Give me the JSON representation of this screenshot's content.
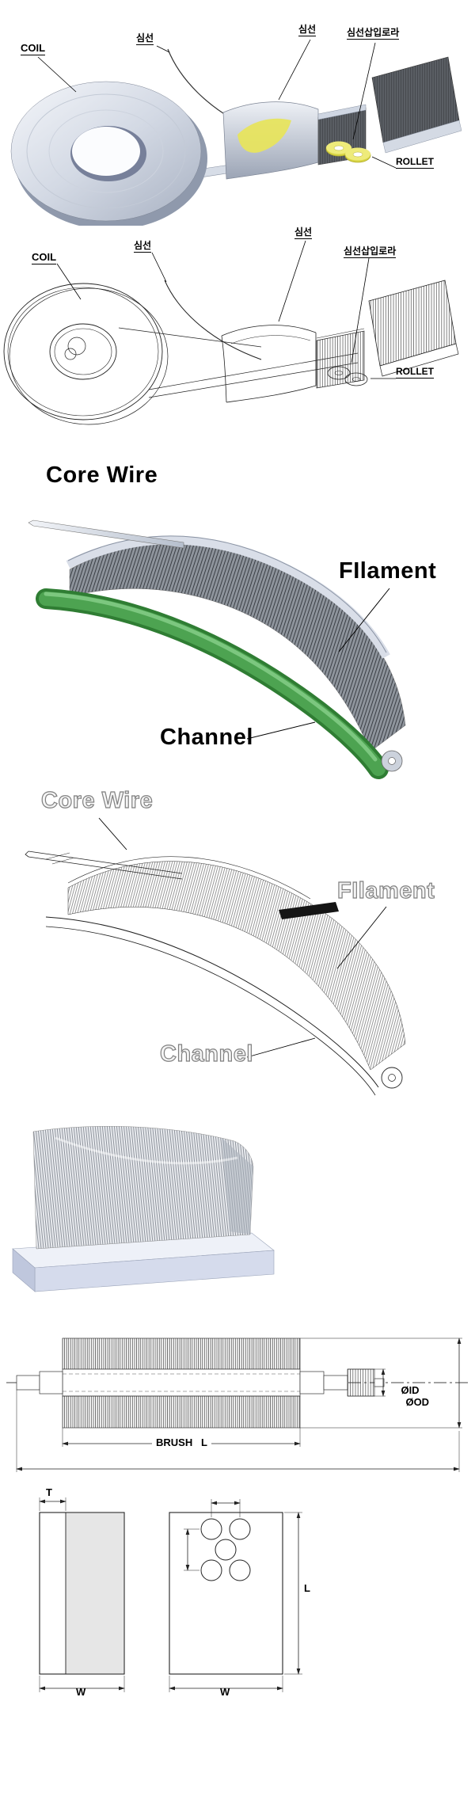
{
  "sections": {
    "process_render": {
      "coil": "COIL",
      "core_wire_1": "심선",
      "core_wire_2": "심선",
      "insert_roller": "심선삽입로라",
      "rollet": "ROLLET"
    },
    "process_wireframe": {
      "coil": "COIL",
      "core_wire_1": "심선",
      "core_wire_2": "심선",
      "insert_roller": "심선삽입로라",
      "rollet": "ROLLET"
    },
    "strip_render": {
      "core_wire": "Core Wire",
      "filament": "FIlament",
      "channel": "Channel"
    },
    "strip_wireframe": {
      "core_wire": "Core Wire",
      "filament": "FIlament",
      "channel": "Channel"
    },
    "roller_dimensions": {
      "id_label": "ØID",
      "od_label": "ØOD",
      "brush_length": "BRUSH   L"
    },
    "cross_section": {
      "thickness": "T",
      "width_left": "W",
      "width_right": "W",
      "length": "L"
    }
  },
  "colors": {
    "channel_green": "#4da351",
    "roller_yellow": "#e7e45e",
    "base_lavender": "#d5dbec",
    "metal_silver": "#d3d9e4",
    "bristle_dark": "#474a4f"
  }
}
